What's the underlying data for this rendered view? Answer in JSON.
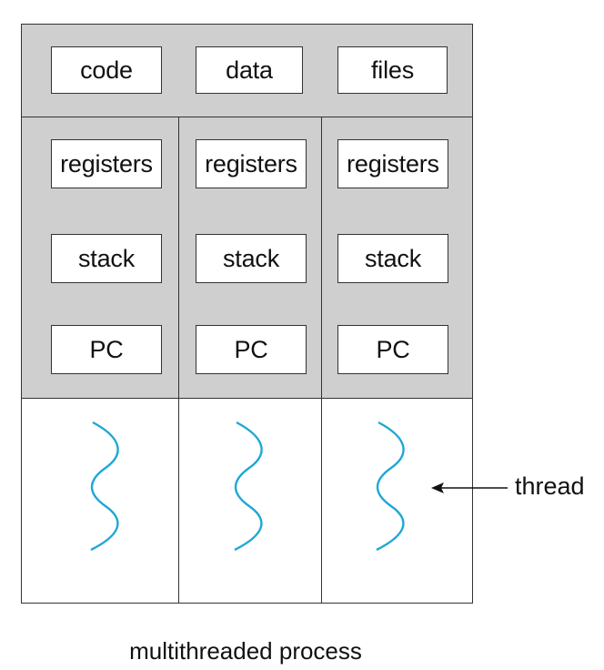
{
  "shared": {
    "code": "code",
    "data": "data",
    "files": "files"
  },
  "threads": [
    {
      "registers": "registers",
      "stack": "stack",
      "pc": "PC"
    },
    {
      "registers": "registers",
      "stack": "stack",
      "pc": "PC"
    },
    {
      "registers": "registers",
      "stack": "stack",
      "pc": "PC"
    }
  ],
  "thread_label": "thread",
  "caption": "multithreaded process",
  "colors": {
    "section_fill": "#cfcfcf",
    "thread_wave": "#1ea7d6",
    "line": "#333333"
  },
  "icons": {
    "thread": "wavy-line-icon",
    "pointer": "arrow-left-icon"
  }
}
